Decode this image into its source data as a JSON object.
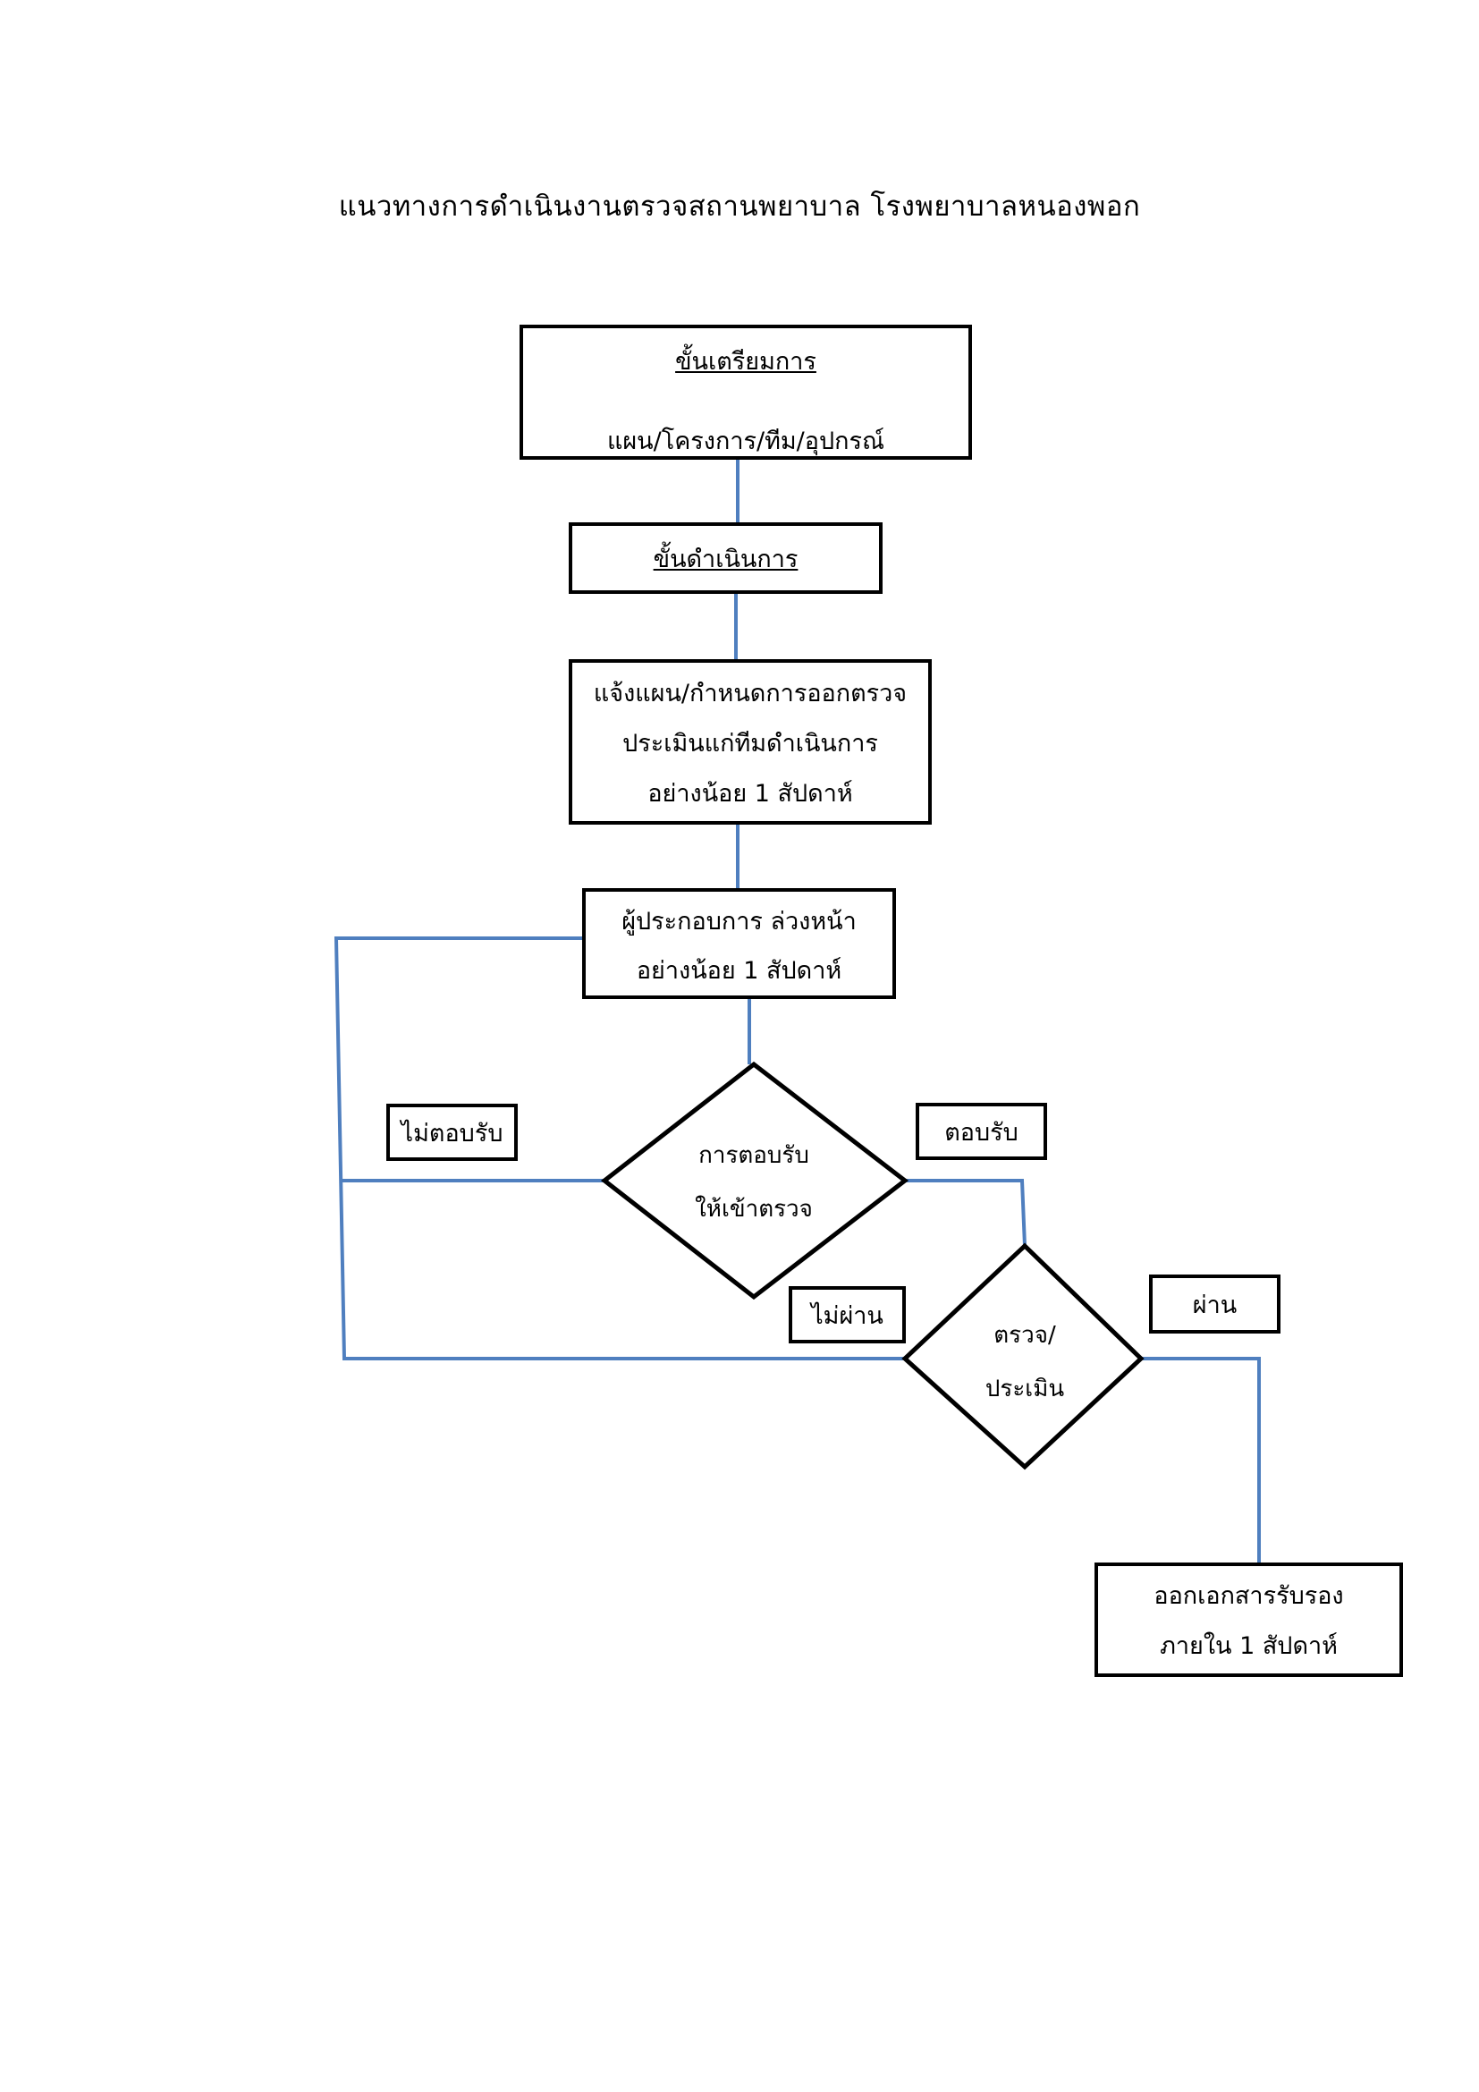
{
  "title": "แนวทางการดำเนินงานตรวจสถานพยาบาล โรงพยาบาลหนองพอก",
  "colors": {
    "connector": "#4f7fbf",
    "border": "#000000"
  },
  "nodes": {
    "prepare": {
      "heading": "ขั้นเตรียมการ",
      "detail": "แผน/โครงการ/ทีม/อุปกรณ์"
    },
    "operate": {
      "heading": "ขั้นดำเนินการ"
    },
    "notify": {
      "line1": "แจ้งแผน/กำหนดการออกตรวจ",
      "line2": "ประเมินแก่ทีมดำเนินการ",
      "line3": "อย่างน้อย 1 สัปดาห์"
    },
    "operator": {
      "line1": "ผู้ประกอบการ ล่วงหน้า",
      "line2": "อย่างน้อย 1 สัปดาห์"
    },
    "decision_accept": {
      "line1": "การตอบรับ",
      "line2": "ให้เข้าตรวจ"
    },
    "decision_assess": {
      "line1": "ตรวจ/",
      "line2": "ประเมิน"
    },
    "certificate": {
      "line1": "ออกเอกสารรับรอง",
      "line2": "ภายใน  1  สัปดาห์"
    }
  },
  "labels": {
    "not_accept": "ไม่ตอบรับ",
    "accept": "ตอบรับ",
    "fail": "ไม่ผ่าน",
    "pass": "ผ่าน"
  }
}
